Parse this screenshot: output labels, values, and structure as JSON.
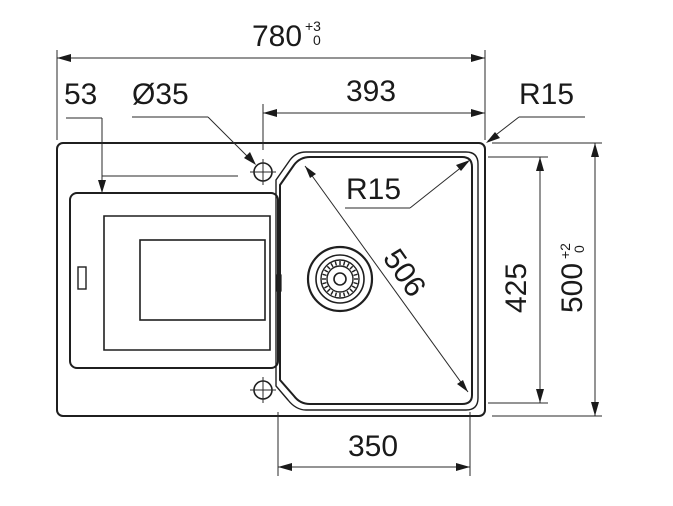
{
  "dimensions": {
    "overall_width": {
      "value": "780",
      "tol_upper": "+3",
      "tol_lower": "0"
    },
    "overall_depth": {
      "value": "500",
      "tol_upper": "+2",
      "tol_lower": "0"
    },
    "offset_left": "53",
    "tap_hole": "Ø35",
    "bowl_offset": "393",
    "corner_radius_outer": "R15",
    "corner_radius_bowl": "R15",
    "bowl_diagonal": "506",
    "bowl_depth": "425",
    "bowl_width": "350"
  }
}
